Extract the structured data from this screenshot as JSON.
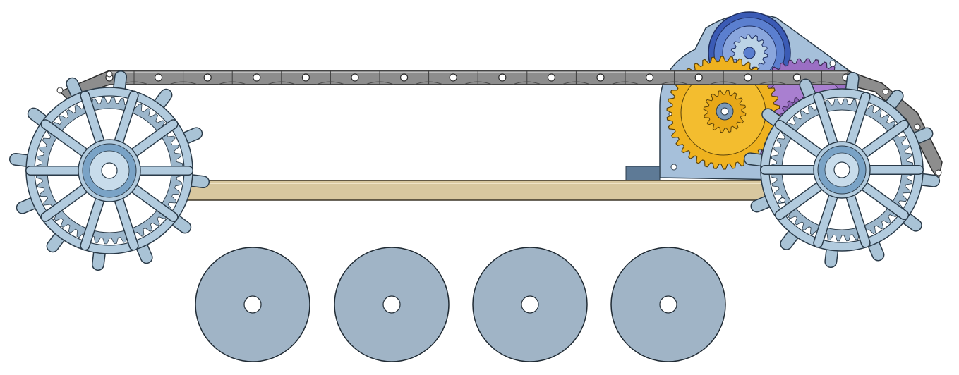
{
  "scene": {
    "description_text": "",
    "colors": {
      "background": "#ffffff",
      "wheel_fill": "#a9c3d6",
      "wheel_stroke": "#2a3a48",
      "sprocket_fill": "#b7d0e3",
      "road_wheel_fill": "#9fb3c5",
      "chain_fill": "#8c8c8c",
      "chain_dark": "#5e5e5e",
      "frame_fill": "#d9c8a0",
      "gearbox_housing": "#9fbad6",
      "gear_gold": "#efb21f",
      "gear_purple": "#9b6fc4",
      "gear_blue_dark": "#3b5bb5",
      "motor_blue": "#5b7fcf",
      "orange_accent": "#e0722a"
    },
    "components": {
      "front_sprocket": "front-sprocket",
      "rear_sprocket": "rear-sprocket",
      "chain_track": "chain-track",
      "chassis_frame": "chassis-frame",
      "gearbox": "gearbox",
      "road_wheels": [
        "road-wheel-1",
        "road-wheel-2",
        "road-wheel-3",
        "road-wheel-4"
      ]
    }
  }
}
